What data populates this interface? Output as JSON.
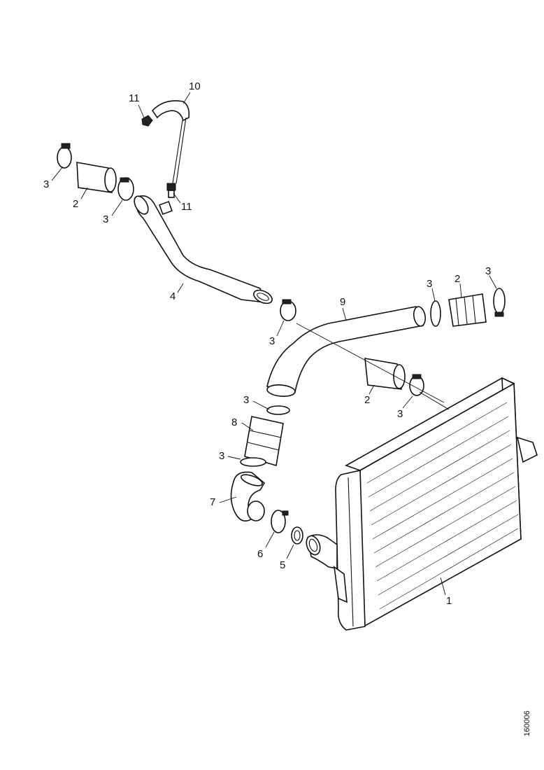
{
  "diagram": {
    "callouts": {
      "c1": "1",
      "c2a": "2",
      "c2b": "2",
      "c2c": "2",
      "c3a": "3",
      "c3b": "3",
      "c3c": "3",
      "c3d": "3",
      "c3e": "3",
      "c3f": "3",
      "c3g": "3",
      "c4": "4",
      "c5": "5",
      "c6": "6",
      "c7": "7",
      "c8": "8",
      "c9": "9",
      "c10": "10",
      "c11a": "11",
      "c11b": "11"
    },
    "reference_code": "160006"
  }
}
